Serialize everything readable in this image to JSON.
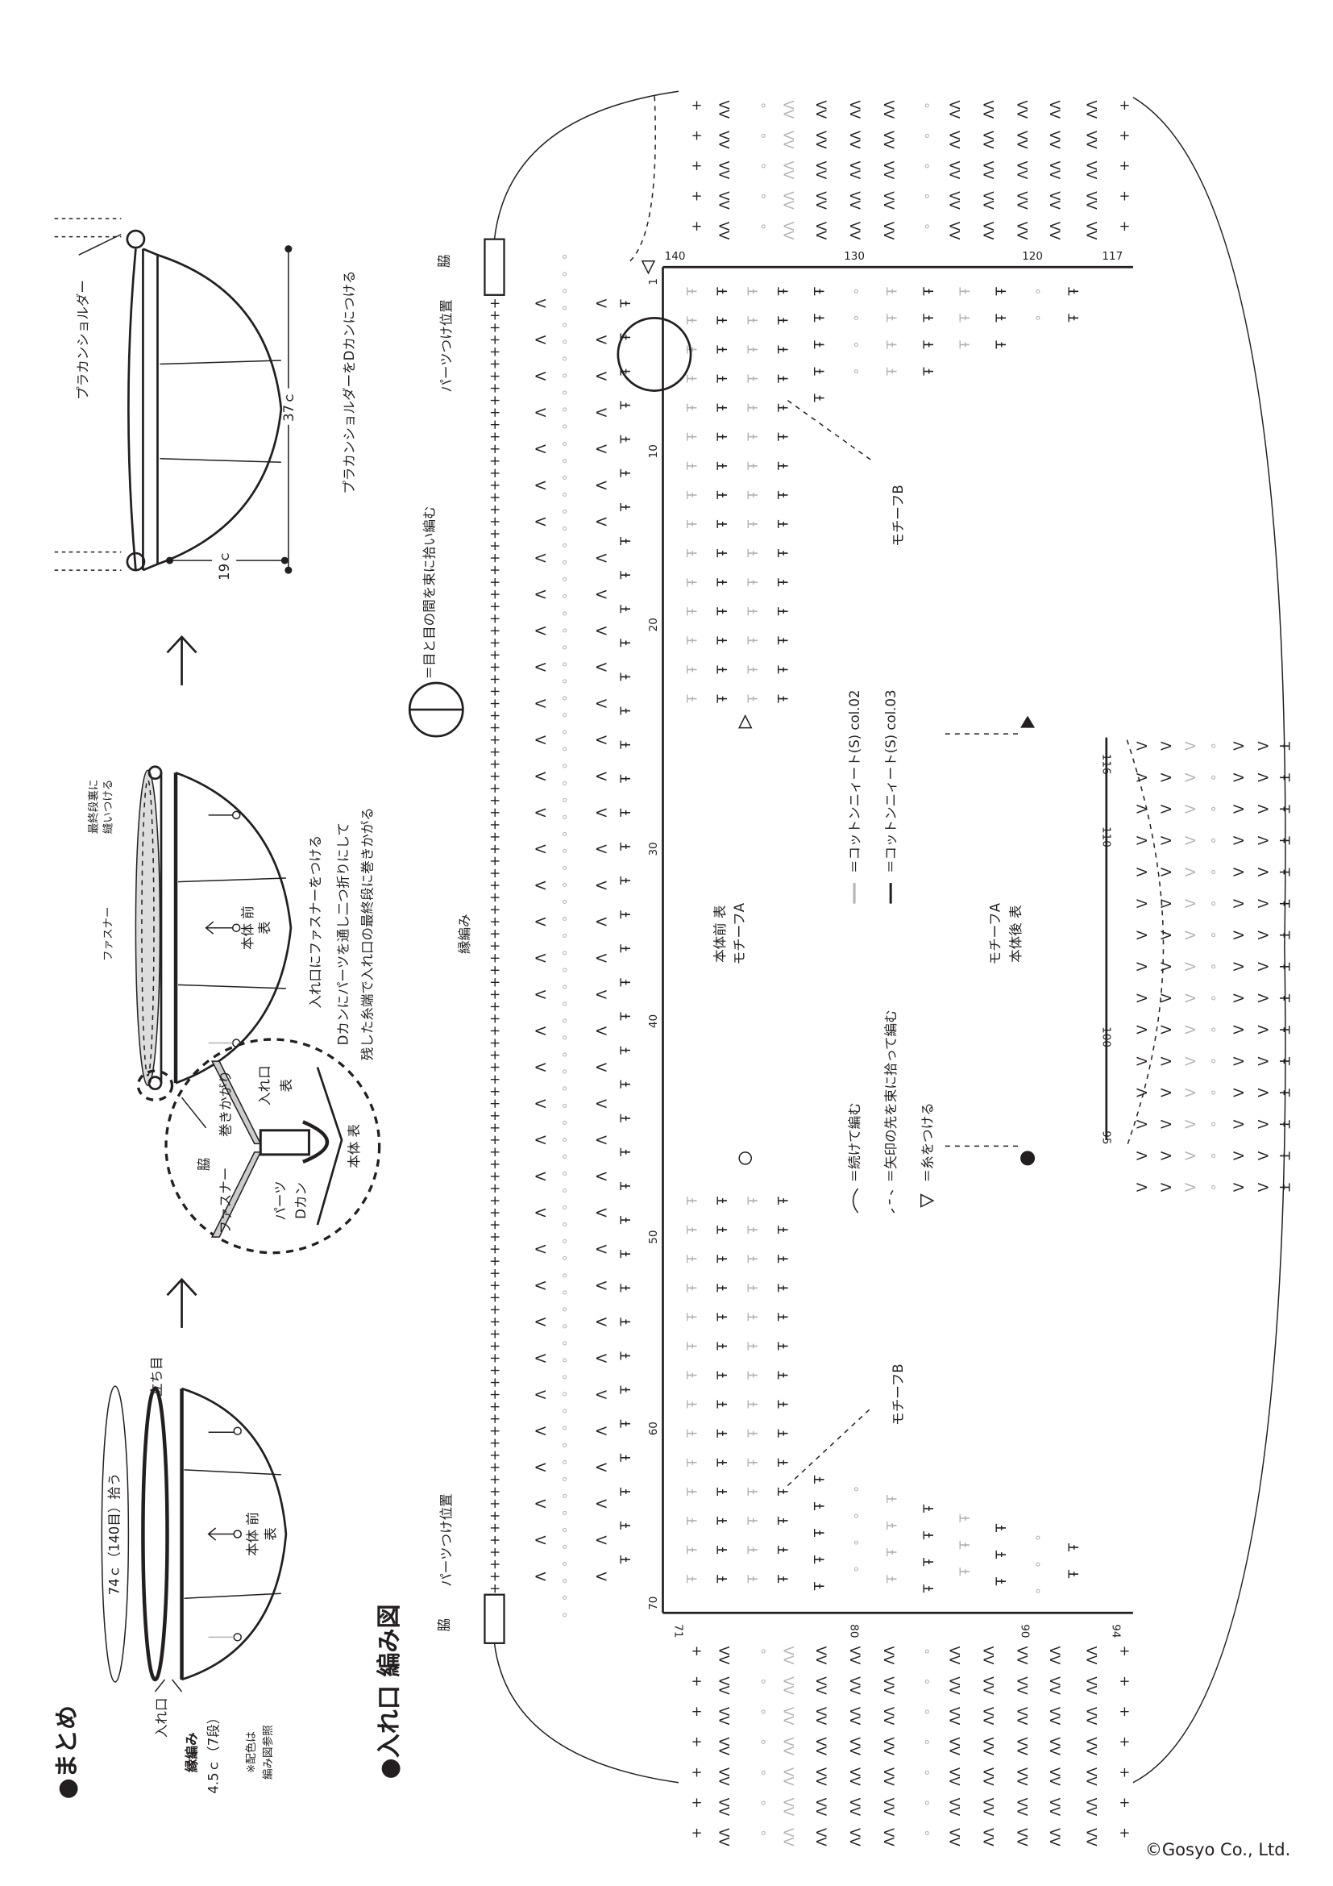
{
  "colors": {
    "ink": "#231f20",
    "col02_gray": "#b3b3b3",
    "col03_black": "#231f20"
  },
  "summary": {
    "heading": "●まとめ",
    "step1": {
      "opening": "入れ口",
      "edging": "縁編み",
      "edging_size": "4.5ｃ（7段）",
      "color_note_1": "※配色は",
      "color_note_2": "編み図参照",
      "pickup": "74ｃ（140目）拾う",
      "turning_chain": "立ち目",
      "body_front": "本体 前",
      "right_side": "表"
    },
    "step2": {
      "sew_1": "最終段裏に",
      "sew_2": "縫いつける",
      "zipper": "ファスナー",
      "body_front": "本体 前",
      "right_side": "表",
      "instruction_1": "入れ口にファスナーをつける",
      "instruction_2": "Dカンにパーツを通し二つ折りにして",
      "instruction_3": "残した糸端で入れ口の最終段に巻きかがる",
      "detail": {
        "side": "脇",
        "whip": "巻きかがり",
        "zipper": "ファスナー",
        "part": "パーツ",
        "d_ring": "Dカン",
        "opening": "入れ口",
        "opening_side": "表",
        "body": "本体 表"
      }
    },
    "step3": {
      "strap": "プラカンショルダー",
      "width": "37ｃ",
      "depth": "19ｃ",
      "instruction": "プラカンショルダーをDカンにつける"
    }
  },
  "chart": {
    "heading": "●入れ口 編み図",
    "side_top": "脇",
    "side_bottom": "脇",
    "part_pos_top": "パーツつけ位置",
    "part_pos_bottom": "パーツつけ位置",
    "edging": "縁編み",
    "bundle_legend": "＝目と目の間を束に拾い編む",
    "legend": {
      "col02": "＝コットンニィート(S) col.02",
      "col03": "＝コットンニィート(S) col.03",
      "continue": "＝続けて編む",
      "pickup_arrow": "＝矢印の先を束に拾って編む",
      "join_yarn": "＝糸をつける"
    },
    "labels": {
      "front": "本体前 表",
      "motif_a_front": "モチーフA",
      "motif_a_back": "モチーフA",
      "back": "本体後 表",
      "motif_b_top": "モチーフB",
      "motif_b_bottom": "モチーフB"
    },
    "numbers_top": [
      "140",
      "130",
      "120",
      "117"
    ],
    "numbers_left": [
      "1",
      "10",
      "20",
      "30",
      "40",
      "50",
      "60",
      "70"
    ],
    "numbers_bottom": [
      "71",
      "80",
      "90",
      "94"
    ],
    "numbers_inner": [
      "95",
      "100",
      "110",
      "116"
    ]
  },
  "copyright": "©Gosyo Co., Ltd."
}
